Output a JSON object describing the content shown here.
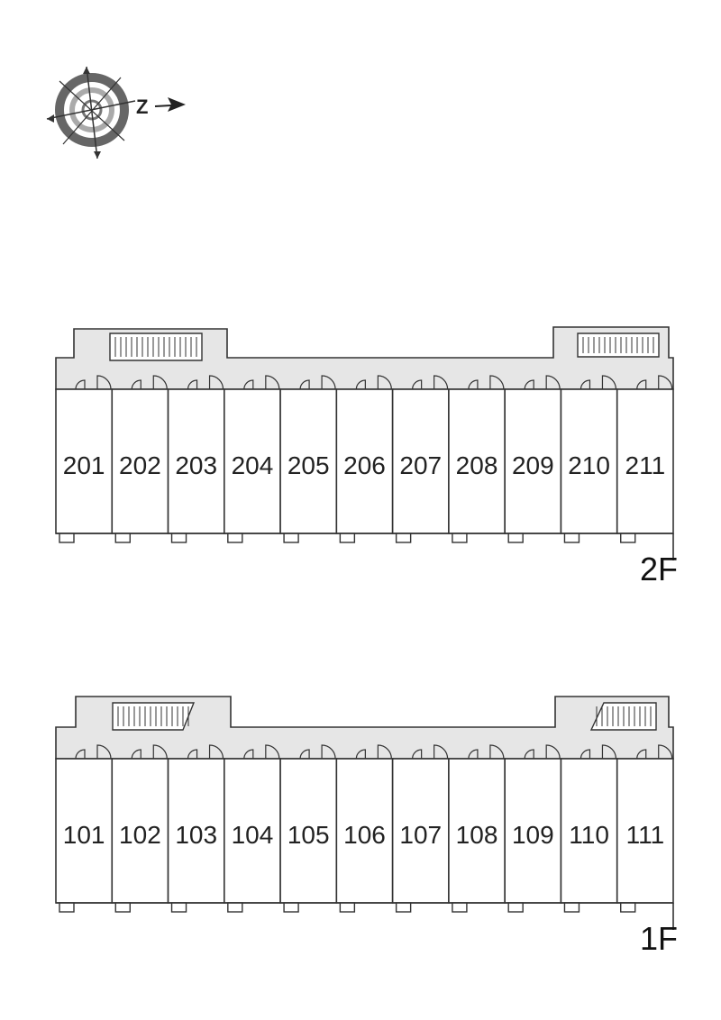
{
  "compass": {
    "north_label": "Z",
    "icon": "compass-rose-icon"
  },
  "floors": [
    {
      "label": "2F",
      "units": [
        "201",
        "202",
        "203",
        "204",
        "205",
        "206",
        "207",
        "208",
        "209",
        "210",
        "211"
      ]
    },
    {
      "label": "1F",
      "units": [
        "101",
        "102",
        "103",
        "104",
        "105",
        "106",
        "107",
        "108",
        "109",
        "110",
        "111"
      ]
    }
  ],
  "colors": {
    "corridor": "#e6e6e6",
    "line": "#333333",
    "stair_bg": "#ffffff"
  }
}
